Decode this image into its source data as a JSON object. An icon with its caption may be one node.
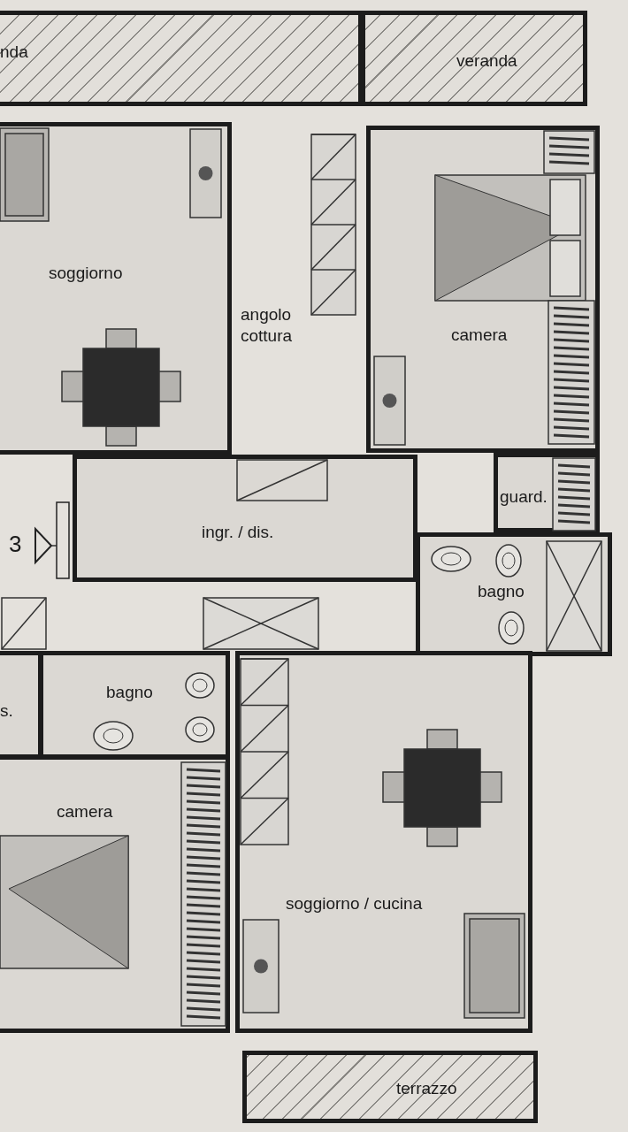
{
  "diagram": {
    "nodes": [
      {
        "text": [
          "nda"
        ]
      },
      {
        "text": [
          "veranda"
        ]
      },
      {
        "text": [
          "soggiorno"
        ]
      },
      {
        "text": [
          "angolo cottura"
        ]
      },
      {
        "text": [
          "camera"
        ]
      },
      {
        "text": [
          "guard."
        ]
      },
      {
        "text": [
          "ingr. / dis."
        ]
      },
      {
        "text": [
          "bagno"
        ]
      },
      {
        "text": [
          "s."
        ]
      },
      {
        "text": [
          "bagno"
        ]
      },
      {
        "text": [
          "camera"
        ]
      },
      {
        "text": [
          "soggiorno / cucina"
        ]
      },
      {
        "text": [
          "terrazzo"
        ]
      }
    ],
    "edges": [],
    "labels": [
      "3"
    ]
  }
}
